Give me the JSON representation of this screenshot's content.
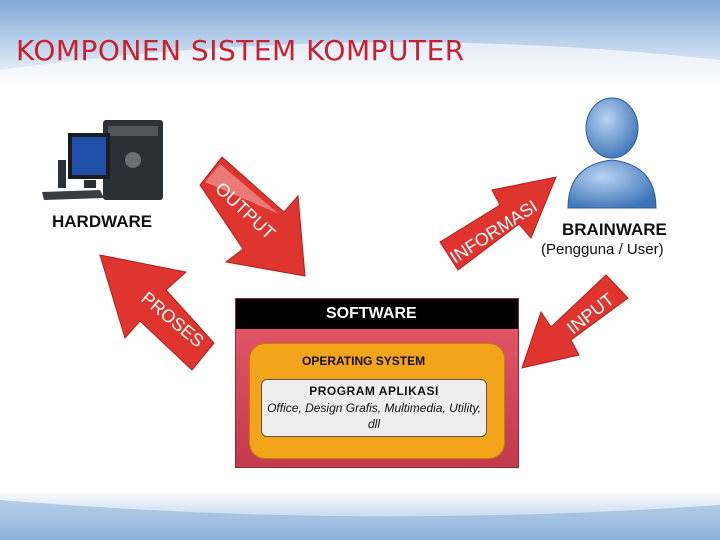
{
  "title": "KOMPONEN SISTEM KOMPUTER",
  "hardware": {
    "label": "HARDWARE"
  },
  "brainware": {
    "label": "BRAINWARE",
    "sublabel": "(Pengguna / User)"
  },
  "software": {
    "label": "SOFTWARE",
    "operating_system": "OPERATING SYSTEM",
    "program": {
      "title": "PROGRAM APLIKASI",
      "description": "Office, Design Grafis, Multimedia, Utility, dll"
    }
  },
  "arrows": {
    "output": "OUTPUT",
    "informasi": "INFORMASI",
    "input": "INPUT",
    "proses": "PROSES"
  },
  "colors": {
    "title": "#c8202e",
    "arrow": "#e0342f",
    "software_bg": "#d94a5c",
    "os_bg": "#f3a41b",
    "header_bar": "#2a6ab8"
  },
  "icons": [
    "computer-icon",
    "user-icon"
  ]
}
